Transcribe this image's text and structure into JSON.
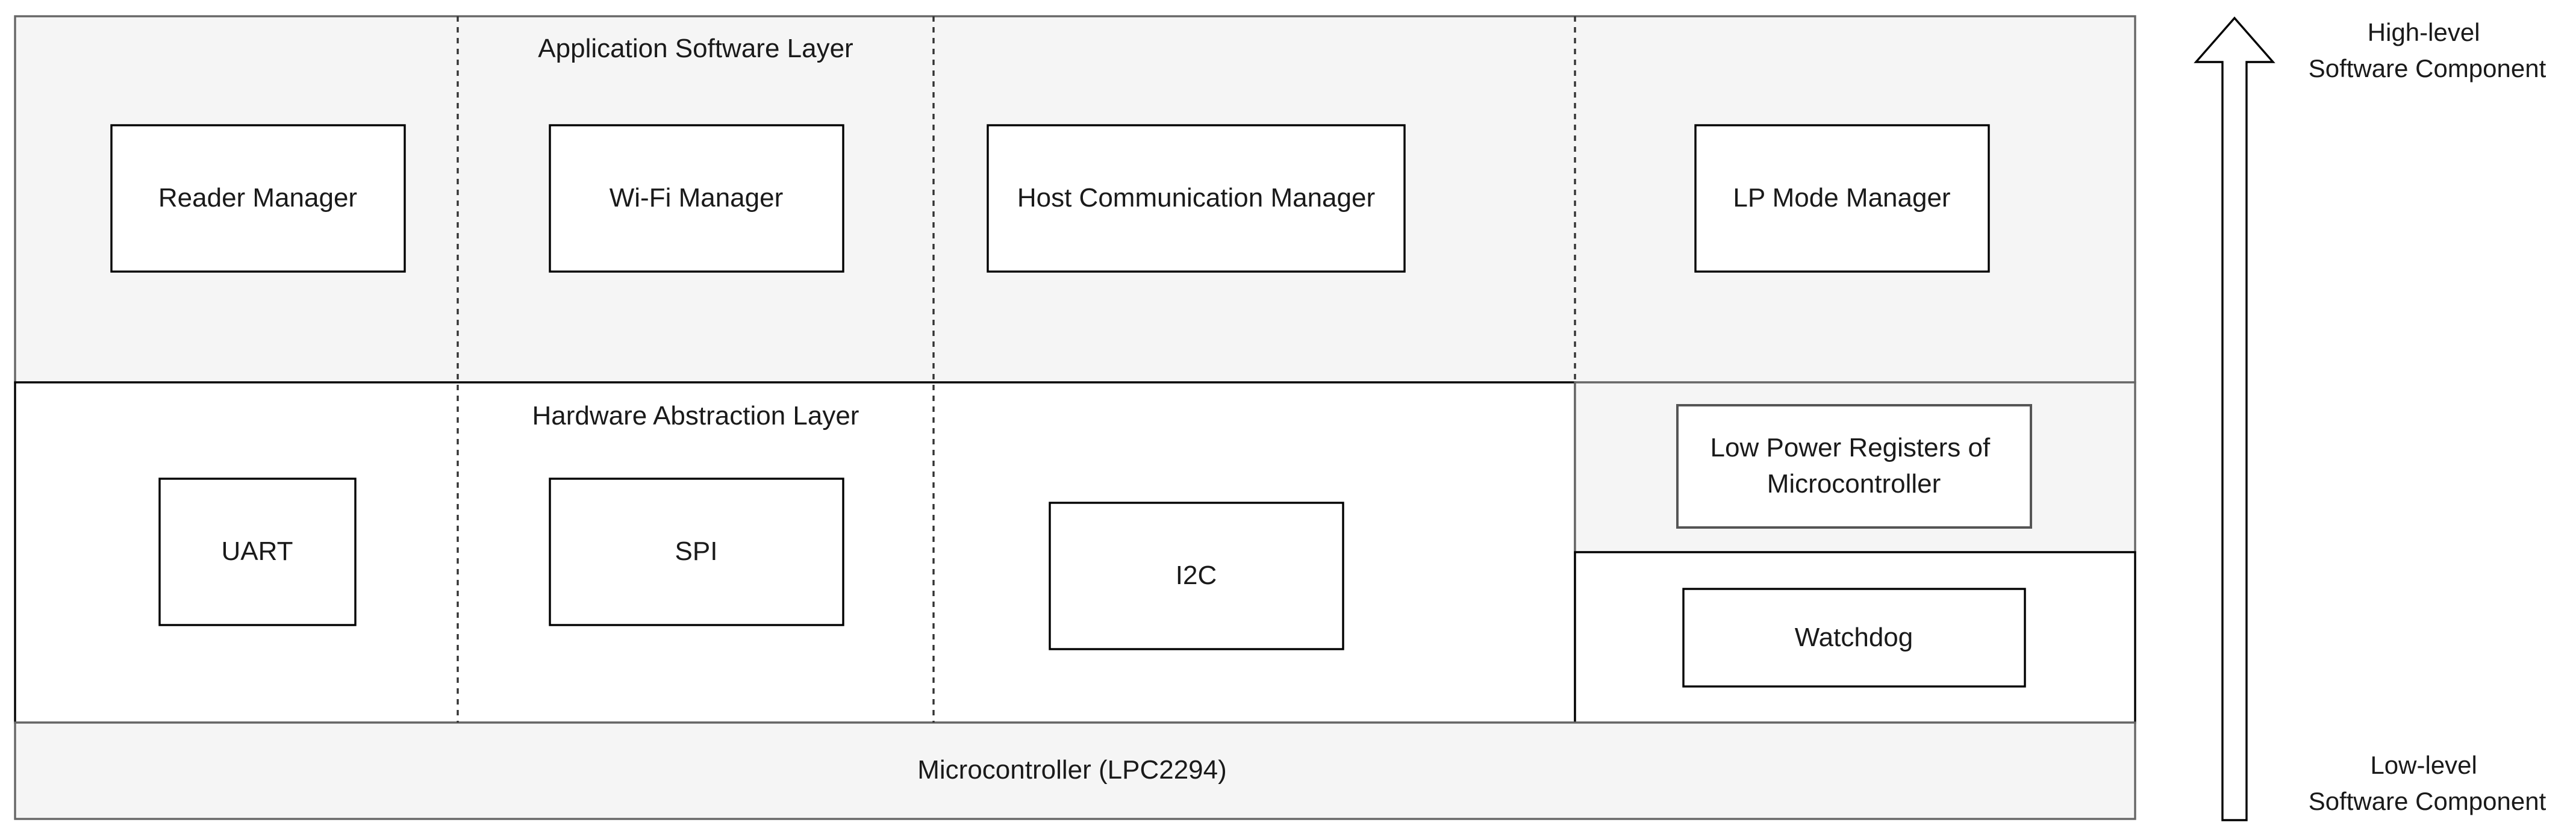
{
  "application_layer": {
    "title": "Application Software Layer",
    "components": {
      "reader": "Reader Manager",
      "wifi": "Wi-Fi Manager",
      "host": "Host Communication Manager",
      "lp_mode": "LP Mode Manager"
    }
  },
  "hardware_layer": {
    "title": "Hardware Abstraction Layer",
    "components": {
      "uart": "UART",
      "spi": "SPI",
      "i2c": "I2C",
      "low_power_registers": [
        "Low Power Registers of",
        "Microcontroller"
      ],
      "watchdog": "Watchdog"
    }
  },
  "microcontroller": {
    "label": "Microcontroller (LPC2294)"
  },
  "level_arrow": {
    "top_label": [
      "High-level",
      "Software Component"
    ],
    "bottom_label": [
      "Low-level",
      "Software Component"
    ]
  },
  "colors": {
    "application_fill": "#f5f5f5",
    "hardware_fill": "#ffffff",
    "low_power_fill": "#f5f5f5",
    "microcontroller_fill": "#f5f5f5",
    "outline": "#000000",
    "border_gray": "#666666"
  }
}
